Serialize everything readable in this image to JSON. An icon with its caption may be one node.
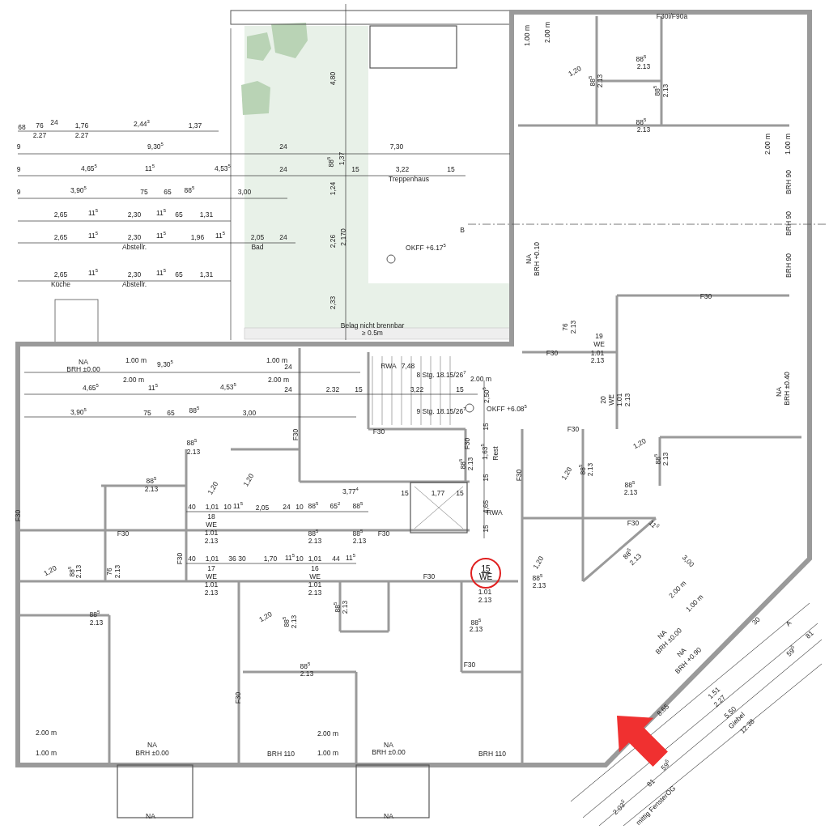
{
  "diagram": {
    "nodes": [
      {
        "text": [
          "15",
          "WE"
        ]
      }
    ],
    "labels": [
      "68",
      "76",
      "24",
      "1,76",
      "2,44$^{3}$",
      "1,37",
      "2.27",
      "2.27",
      "9",
      "9,30$^{5}$",
      "24",
      "7,30",
      "9",
      "4,65$^{5}$",
      "11$^{5}$",
      "4,53$^{5}$",
      "24",
      "15",
      "3,22",
      "15",
      "Treppenhaus",
      "9",
      "3,90$^{5}$",
      "75",
      "65",
      "88$^{5}$",
      "3,00",
      "2,65",
      "11$^{5}$",
      "2,30",
      "11$^{5}$",
      "65",
      "1,31",
      "2,65",
      "11$^{5}$",
      "2,30",
      "11$^{5}$",
      "1,96",
      "11$^{5}$",
      "2,05",
      "24",
      "Abstellr.",
      "Bad",
      "2,65",
      "11$^{5}$",
      "2,30",
      "11$^{5}$",
      "65",
      "1,31",
      "Küche",
      "Abstellr.",
      "4,80",
      "88$^{5}$",
      "1,37",
      "1,24",
      "2,26",
      "2,170",
      "2,33",
      "B",
      "OKFF +6.17$^{5}$",
      "Belag nicht brennbar",
      "≥ 0.5m",
      "F30i/F90a",
      "1.00 m",
      "2.00 m",
      "1,20",
      "88$^{5}$",
      "2.13",
      "88$^{5}$",
      "2.13",
      "88$^{5}$",
      "2.13",
      "88$^{5}$",
      "2.13",
      "2.00 m",
      "1.00 m",
      "BRH 90",
      "BRH 90",
      "BRH 90",
      "NA",
      "BRH +0.10",
      "F30",
      "76",
      "2.13",
      "19",
      "WE",
      "1.01",
      "2.13",
      "F30",
      "20",
      "WE",
      "1.01",
      "2.13",
      "NA",
      "BRH ±0.40",
      "NA",
      "BRH ±0.00",
      "1.00 m",
      "2.00 m",
      "9,30$^{5}$",
      "1.00 m",
      "2.00 m",
      "24",
      "RWA",
      "7,48",
      "8 Stg. 18.15/26$^{7}$",
      "4,65$^{5}$",
      "11$^{5}$",
      "4,53$^{5}$",
      "24",
      "2.32",
      "15",
      "3,22",
      "15",
      "2.00 m",
      "2,50$^{5}$",
      "3,90$^{5}$",
      "75",
      "65",
      "88$^{5}$",
      "3,00",
      "9 Stg. 18.15/26$^{7}$",
      "OKFF +6.08$^{5}$",
      "F30",
      "F30",
      "88$^{5}$",
      "2.13",
      "88$^{5}$",
      "2.13",
      "3,77$^{4}$",
      "15",
      "1,77",
      "15",
      "F30",
      "88$^{5}$",
      "2.13",
      "15",
      "1,63$^{5}$",
      "Rest",
      "15",
      "4,65",
      "RWA",
      "15",
      "40",
      "1,01",
      "10",
      "11$^{5}$",
      "2,05",
      "24",
      "10",
      "88$^{5}$",
      "65$^{2}$",
      "88$^{5}$",
      "18",
      "WE",
      "1.01",
      "2.13",
      "88$^{5}$",
      "2.13",
      "88$^{5}$",
      "2.13",
      "F30",
      "F30",
      "F30",
      "40",
      "1,01",
      "36",
      "30",
      "1,70",
      "11$^{5}$",
      "10",
      "1,01",
      "44",
      "11$^{5}$",
      "17",
      "WE",
      "1.01",
      "2.13",
      "16",
      "WE",
      "1.01",
      "2.13",
      "88$^{5}$",
      "2.13",
      "76",
      "2.13",
      "F30",
      "F30",
      "F30",
      "1,20",
      "88$^{5}$",
      "2.13",
      "88$^{5}$",
      "2.13",
      "1,20",
      "88$^{5}$",
      "2.13",
      "F30",
      "11$^{5}$",
      "1,20",
      "88$^{5}$",
      "2.13",
      "3,00",
      "88$^{5}$",
      "2.13",
      "1.01",
      "2.13",
      "F30",
      "88$^{5}$",
      "2.13",
      "1,20",
      "1,20",
      "1,20",
      "1,20",
      "88$^{5}$",
      "2.13",
      "88$^{5}$",
      "2.13",
      "88$^{5}$",
      "2.13",
      "F30",
      "88$^{5}$",
      "2.13",
      "F30",
      "2.00 m",
      "1.00 m",
      "NA",
      "BRH ±0.00",
      "BRH 110",
      "2.00 m",
      "1.00 m",
      "NA",
      "BRH ±0.00",
      "BRH 110",
      "NA",
      "NA",
      "2.00 m",
      "1.00 m",
      "NA",
      "BRH ±0.00",
      "NA",
      "BRH +0.90",
      "30",
      "A",
      "59$^{5}$",
      "81",
      "1.51",
      "2.27",
      "8.65",
      "5.50",
      "Giebel",
      "12.38",
      "59$^{5}$",
      "81",
      "2.03$^{5}$",
      "mittig FensterOG"
    ]
  }
}
